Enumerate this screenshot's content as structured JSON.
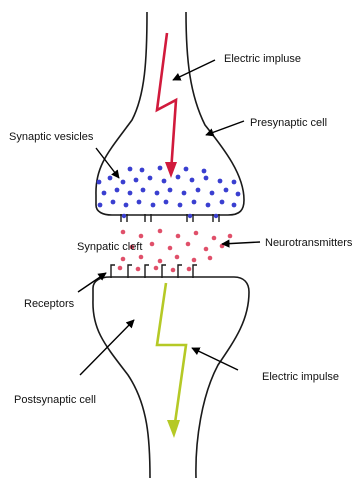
{
  "labels": {
    "electric_impulse_top": "Electric impluse",
    "presynaptic_cell": "Presynaptic cell",
    "synaptic_vesicles": "Synaptic vesicles",
    "neurotransmitters": "Neurotransmitters",
    "synaptic_cleft": "Synpatic cleft",
    "receptors": "Receptors",
    "electric_impulse_bottom": "Electric impulse",
    "postsynaptic_cell": "Postsynaptic cell"
  },
  "colors": {
    "outline": "#1a1a1a",
    "impulse_top": "#d11a3c",
    "impulse_bottom": "#b5c926",
    "vesicles": "#3a3fd0",
    "neurotransmitters": "#e0506a",
    "arrows": "#000000"
  }
}
